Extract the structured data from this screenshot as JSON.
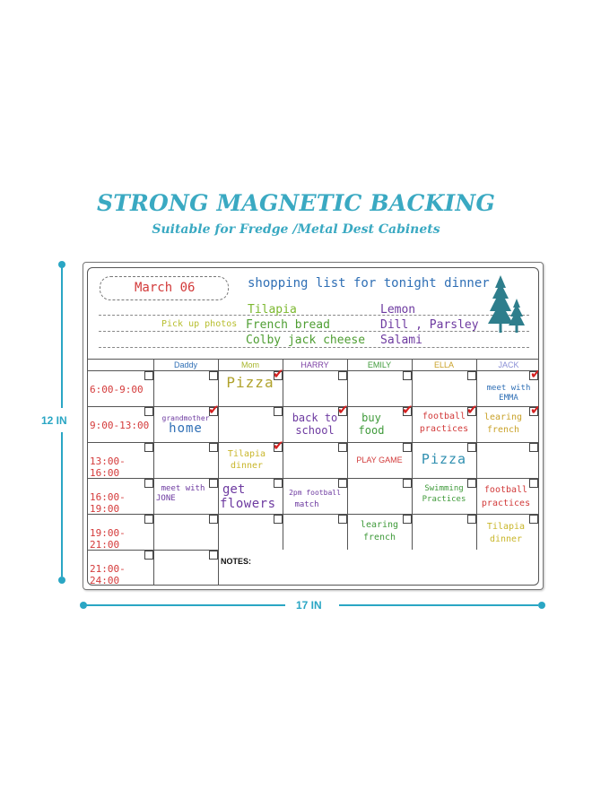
{
  "heading": {
    "title": "STRONG MAGNETIC BACKING",
    "subtitle": "Suitable for Fredge /Metal Dest Cabinets"
  },
  "dimensions": {
    "height_label": "12 IN",
    "width_label": "17 IN",
    "accent_color": "#2aa6c4"
  },
  "board": {
    "date": "March 06",
    "shopping_title": "shopping list for tonight dinner",
    "left_note": "Pick up photos",
    "list_left": [
      "Tilapia",
      "French bread",
      "Colby jack cheese"
    ],
    "list_right": [
      "Lemon",
      "Dill , Parsley",
      "Salami"
    ],
    "columns": [
      "Daddy",
      "Mom",
      "HARRY",
      "EMILY",
      "ELLA",
      "JACK"
    ],
    "column_colors": [
      "#2f6fb5",
      "#a7b52a",
      "#7b3fa3",
      "#3f9a3a",
      "#c9a22a",
      "#8a8fd6"
    ],
    "times": [
      "6:00-9:00",
      "9:00-13:00",
      "13:00-16:00",
      "16:00-19:00",
      "19:00-21:00",
      "21:00-24:00"
    ],
    "notes_label": "NOTES:",
    "cells": {
      "r1_mom": "Pizza",
      "r1_jack_1": "meet with",
      "r1_jack_2": "EMMA",
      "r2_daddy_1": "grandmother",
      "r2_daddy_2": "home",
      "r2_harry_1": "back to",
      "r2_harry_2": "school",
      "r2_emily_1": "buy",
      "r2_emily_2": "food",
      "r2_ella_1": "football",
      "r2_ella_2": "practices",
      "r2_jack_1": "learing",
      "r2_jack_2": "french",
      "r3_mom_1": "Tilapia",
      "r3_mom_2": "dinner",
      "r3_emily": "PLAY GAME",
      "r3_ella": "Pizza",
      "r4_daddy_1": "meet with",
      "r4_daddy_2": "JONE",
      "r4_mom_1": "get",
      "r4_mom_2": "flowers",
      "r4_harry_1": "2pm football",
      "r4_harry_2": "match",
      "r4_ella_1": "Swimming",
      "r4_ella_2": "Practices",
      "r4_jack_1": "football",
      "r4_jack_2": "practices",
      "r5_emily_1": "learing",
      "r5_emily_2": "french",
      "r5_jack_1": "Tilapia",
      "r5_jack_2": "dinner"
    }
  }
}
